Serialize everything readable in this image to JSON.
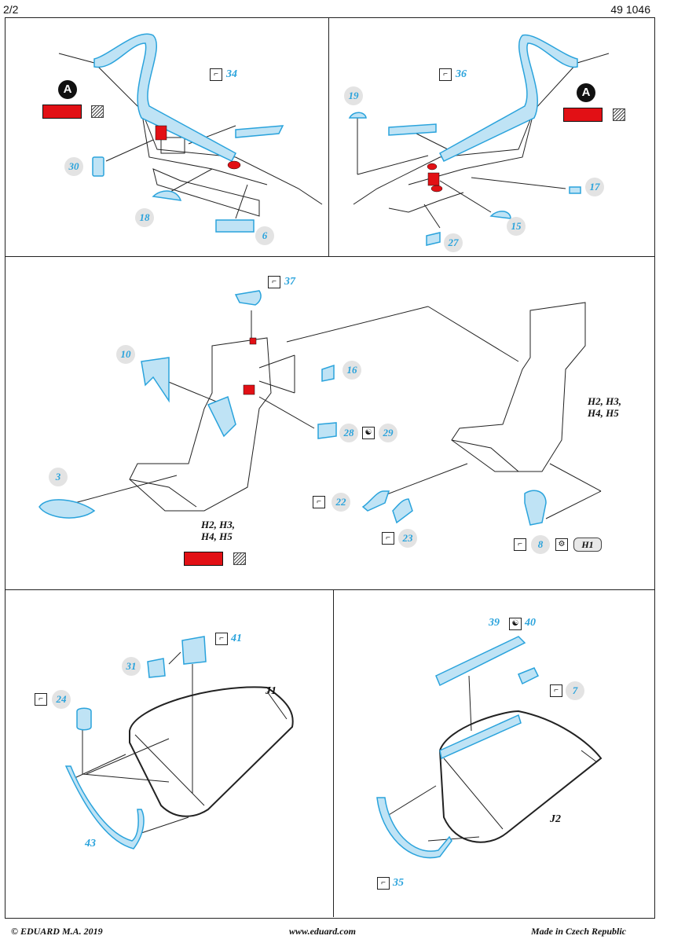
{
  "header": {
    "page": "2/2",
    "code": "49 1046"
  },
  "footer": {
    "copyright": "© EDUARD  M.A. 2019",
    "website": "www.eduard.com",
    "made": "Made in Czech Republic"
  },
  "badges": {
    "a1": "A",
    "a2": "A"
  },
  "parts": {
    "p34": "34",
    "p30": "30",
    "p18": "18",
    "p6": "6",
    "p36": "36",
    "p19": "19",
    "p17": "17",
    "p15": "15",
    "p27": "27",
    "p37": "37",
    "p10": "10",
    "p16": "16",
    "p28": "28",
    "p29": "29",
    "p3": "3",
    "p22": "22",
    "p23": "23",
    "p8": "8",
    "p41": "41",
    "p31": "31",
    "p24": "24",
    "p43": "43",
    "p39": "39",
    "p40": "40",
    "p7": "7",
    "p35": "35"
  },
  "labels": {
    "left_seat": [
      "H2, H3,",
      "H4, H5"
    ],
    "right_seat": [
      "H2, H3,",
      "H4, H5"
    ],
    "j1": "J1",
    "j2": "J2",
    "h1": "H1"
  },
  "colors": {
    "etch_blue": "#2aa3dc",
    "paint_red": "#e21015"
  }
}
